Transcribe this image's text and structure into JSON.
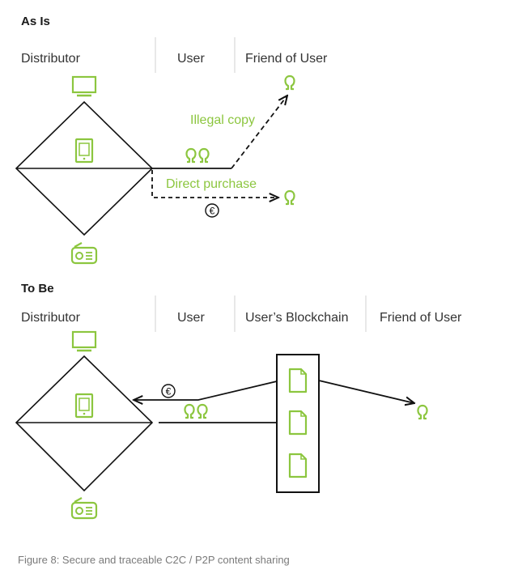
{
  "colors": {
    "accent_green": "#8cc63f",
    "line": "#111111",
    "text": "#333333",
    "caption": "#7a7a7a"
  },
  "as_is": {
    "heading": "As Is",
    "columns": [
      "Distributor",
      "User",
      "Friend of User"
    ],
    "illegal_copy": "Illegal copy",
    "direct_purchase": "Direct purchase",
    "currency": "€",
    "icons": [
      "tv-icon",
      "tablet-icon",
      "radio-icon",
      "users-icon",
      "user-icon"
    ]
  },
  "to_be": {
    "heading": "To Be",
    "columns": [
      "Distributor",
      "User",
      "User’s Blockchain",
      "Friend of User"
    ],
    "currency": "€",
    "icons": [
      "tv-icon",
      "tablet-icon",
      "radio-icon",
      "users-icon",
      "document-icon",
      "user-icon"
    ]
  },
  "caption": "Figure 8: Secure and traceable C2C / P2P content sharing"
}
